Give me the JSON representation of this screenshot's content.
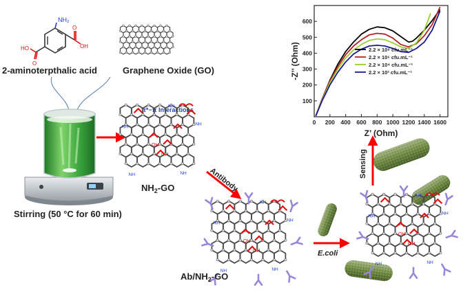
{
  "molecule": {
    "name": "2-aminoterpthalic acid",
    "nh2": "NH₂",
    "ho_left": "HO",
    "oh_right": "OH",
    "o_left": "O",
    "o_right": "O"
  },
  "graphene": {
    "name": "Graphene Oxide (GO)"
  },
  "interaction": {
    "label": "π*−π Interactions"
  },
  "stirring": {
    "label": "Stirring (50 °C for 60 min)"
  },
  "nh2go": {
    "label_prefix": "NH",
    "label_sub": "2",
    "label_suffix": "-GO"
  },
  "abgo": {
    "label_prefix": "Ab/NH",
    "label_sub": "2",
    "label_suffix": "-GO"
  },
  "steps": {
    "antibody": "Antibody",
    "ecoli": "E.coli",
    "sensing": "Sensing"
  },
  "atoms": {
    "nh": "NH",
    "oh": "OH",
    "o": "O"
  },
  "chart_data": {
    "type": "line",
    "title": "",
    "xlabel": "Z’ (Ohm)",
    "ylabel": "-Z’’ (Ohm)",
    "xlim": [
      0,
      1700
    ],
    "ylim": [
      0,
      700
    ],
    "xticks": [
      0,
      200,
      400,
      600,
      800,
      1000,
      1200,
      1400,
      1600
    ],
    "yticks": [
      100,
      200,
      300,
      400,
      500,
      600
    ],
    "grid": false,
    "legend_position": "center-right",
    "series": [
      {
        "name": "2.2 × 10⁸ cfu.mL⁻¹",
        "color": "#000000",
        "x": [
          20,
          100,
          200,
          300,
          400,
          500,
          600,
          700,
          800,
          900,
          1000,
          1100,
          1200,
          1250,
          1300,
          1400,
          1500,
          1600
        ],
        "y": [
          5,
          110,
          230,
          330,
          410,
          470,
          520,
          550,
          565,
          560,
          540,
          505,
          470,
          475,
          495,
          545,
          605,
          675
        ]
      },
      {
        "name": "2.2 × 10⁶ cfu.mL⁻¹",
        "color": "#b22222",
        "x": [
          20,
          100,
          200,
          300,
          400,
          500,
          600,
          700,
          800,
          900,
          1000,
          1100,
          1200,
          1300,
          1400,
          1500,
          1600
        ],
        "y": [
          5,
          110,
          225,
          315,
          390,
          445,
          485,
          515,
          525,
          520,
          495,
          455,
          440,
          460,
          510,
          580,
          690
        ]
      },
      {
        "name": "2.2 × 10⁴ cfu.mL⁻¹",
        "color": "#9acd32",
        "x": [
          20,
          100,
          200,
          300,
          400,
          500,
          600,
          700,
          800,
          900,
          1000,
          1100,
          1200,
          1300,
          1400,
          1480
        ],
        "y": [
          5,
          105,
          215,
          300,
          370,
          420,
          455,
          480,
          490,
          485,
          465,
          440,
          430,
          465,
          545,
          650
        ]
      },
      {
        "name": "2.2 × 10² cfu.mL⁻¹",
        "color": "#1a1a8c",
        "x": [
          20,
          100,
          200,
          300,
          400,
          500,
          600,
          700,
          800,
          900,
          1000,
          1100,
          1200,
          1300,
          1400,
          1500,
          1600
        ],
        "y": [
          5,
          100,
          200,
          280,
          345,
          395,
          425,
          445,
          450,
          445,
          430,
          410,
          405,
          430,
          470,
          545,
          665
        ]
      }
    ]
  },
  "colors": {
    "arrow": "#ff0000",
    "molecule_red": "#e01010",
    "nitrogen_blue": "#1f3fd0",
    "antibody": "#9a86d6",
    "bacteria": "#5d7d3a",
    "liquid": "#37a33a"
  }
}
